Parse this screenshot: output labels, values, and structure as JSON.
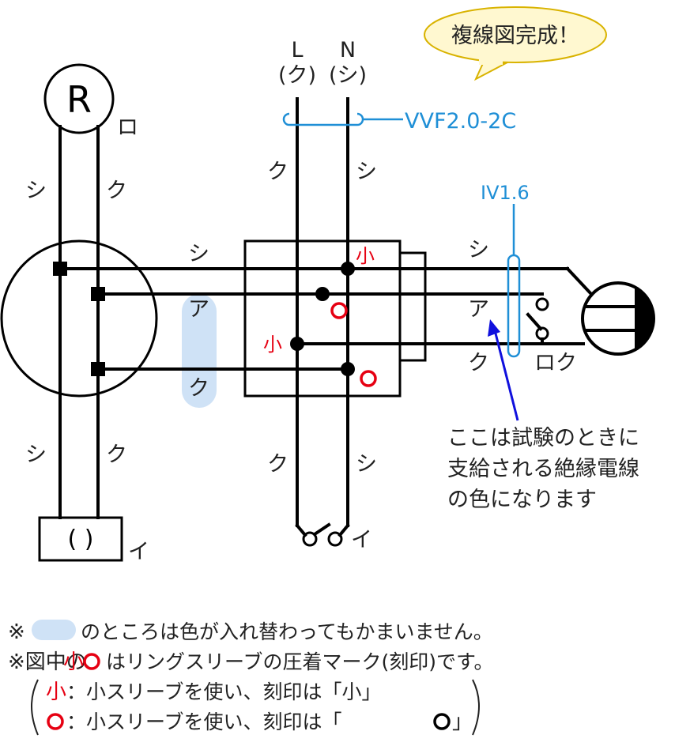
{
  "callout": {
    "text": "複線図完成！"
  },
  "source": {
    "l": "L",
    "n": "N",
    "l_color": "(ク)",
    "n_color": "(シ)"
  },
  "cable": {
    "vvf": "VVF2.0-2C",
    "iv": "IV1.6"
  },
  "lamp": {
    "symbol": "R",
    "label": "ロ"
  },
  "outlet": {
    "symbol": "(  )",
    "label": "イ"
  },
  "switch_bottom": {
    "label": "イ"
  },
  "switch_right": {
    "label": "ロク"
  },
  "wire_labels": {
    "lamp_left": "シ",
    "lamp_right": "ク",
    "outlet_left": "シ",
    "outlet_right": "ク",
    "source_left": "ク",
    "source_right": "シ",
    "middle_top": "シ",
    "middle_a": "ア",
    "middle_k": "ク",
    "switch_left": "ク",
    "switch_right": "シ",
    "right_top": "シ",
    "right_a": "ア",
    "right_k": "ク"
  },
  "marks": {
    "small": "小"
  },
  "annotation": {
    "lines": [
      "ここは試験のときに",
      "支給される絶縁電線",
      "の色になります"
    ]
  },
  "notes": {
    "line1_prefix": "※",
    "line1_suffix": "のところは色が入れ替わってもかまいません。",
    "line2_prefix": "※図中の",
    "line2_small": "小",
    "line2_sep": "、",
    "line2_suffix": "はリングスリーブの圧着マーク(刻印)です。",
    "line3_small": "小",
    "line3_text": "：小スリーブを使い、刻印は「小」",
    "line4_text": "：小スリーブを使い、刻印は「",
    "line4_end": "」"
  },
  "colors": {
    "red": "#e60012",
    "blue": "#1f8fd6",
    "highlight": "#cfe2f6",
    "callout_fill": "#fff8d0",
    "callout_stroke": "#d9b300",
    "arrow": "#1010dd"
  }
}
